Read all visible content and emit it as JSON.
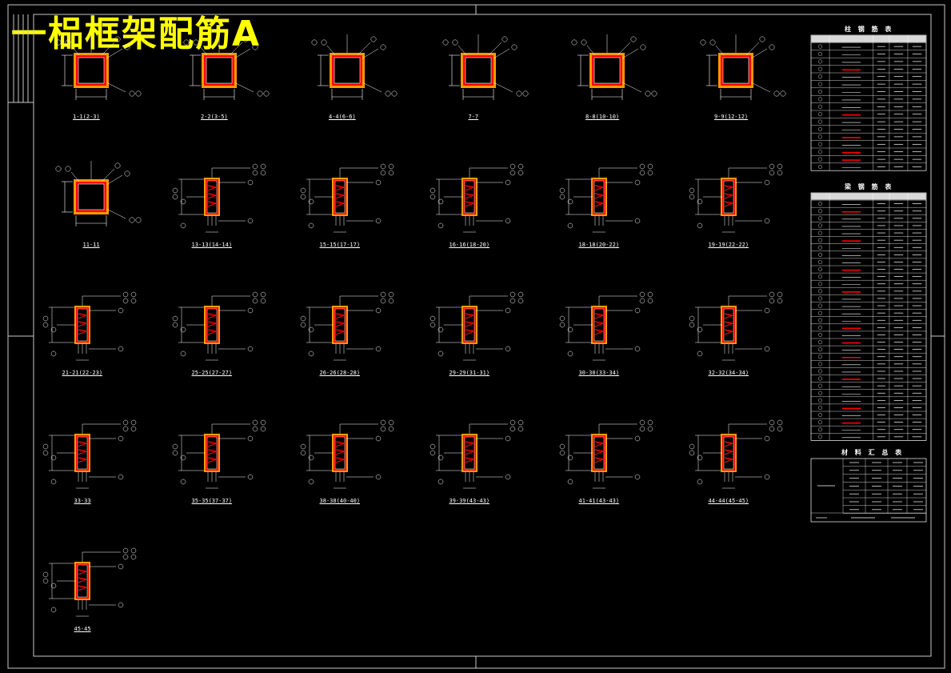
{
  "title": "一榀框架配筋A",
  "colors": {
    "background": "#000000",
    "frame": "#c8c8c8",
    "title": "#ffff00",
    "column_fill": "#ff0000",
    "column_edge": "#ff9900",
    "rebar": "#ffffff",
    "dim_lines": "#ffffff"
  },
  "sections_row1": [
    {
      "label": "1-1(2-3)"
    },
    {
      "label": "2-2(3-5)"
    },
    {
      "label": "4-4(6-6)"
    },
    {
      "label": "7-7"
    },
    {
      "label": "8-8(10-10)"
    },
    {
      "label": "9-9(12-12)"
    }
  ],
  "sections_row2": [
    {
      "label": "11-11"
    },
    {
      "label": "13-13(14-14)"
    },
    {
      "label": "15-15(17-17)"
    },
    {
      "label": "16-16(18-20)"
    },
    {
      "label": "18-18(20-22)"
    },
    {
      "label": "19-19(22-22)"
    }
  ],
  "sections_row3": [
    {
      "label": "21-21(22-23)"
    },
    {
      "label": "25-25(27-27)"
    },
    {
      "label": "26-26(28-28)"
    },
    {
      "label": "29-29(31-31)"
    },
    {
      "label": "30-30(33-34)"
    },
    {
      "label": "32-32(34-34)"
    }
  ],
  "sections_row4": [
    {
      "label": "33-33"
    },
    {
      "label": "35-35(37-37)"
    },
    {
      "label": "38-38(40-40)"
    },
    {
      "label": "39-39(43-43)"
    },
    {
      "label": "41-41(43-43)"
    },
    {
      "label": "44-44(45-45)"
    }
  ],
  "sections_row5": [
    {
      "label": "45-45"
    }
  ],
  "table1": {
    "title": "柱 钢 筋 表"
  },
  "table2": {
    "title": "梁 钢 筋 表"
  },
  "table3": {
    "title": "材 料 汇 总 表"
  }
}
